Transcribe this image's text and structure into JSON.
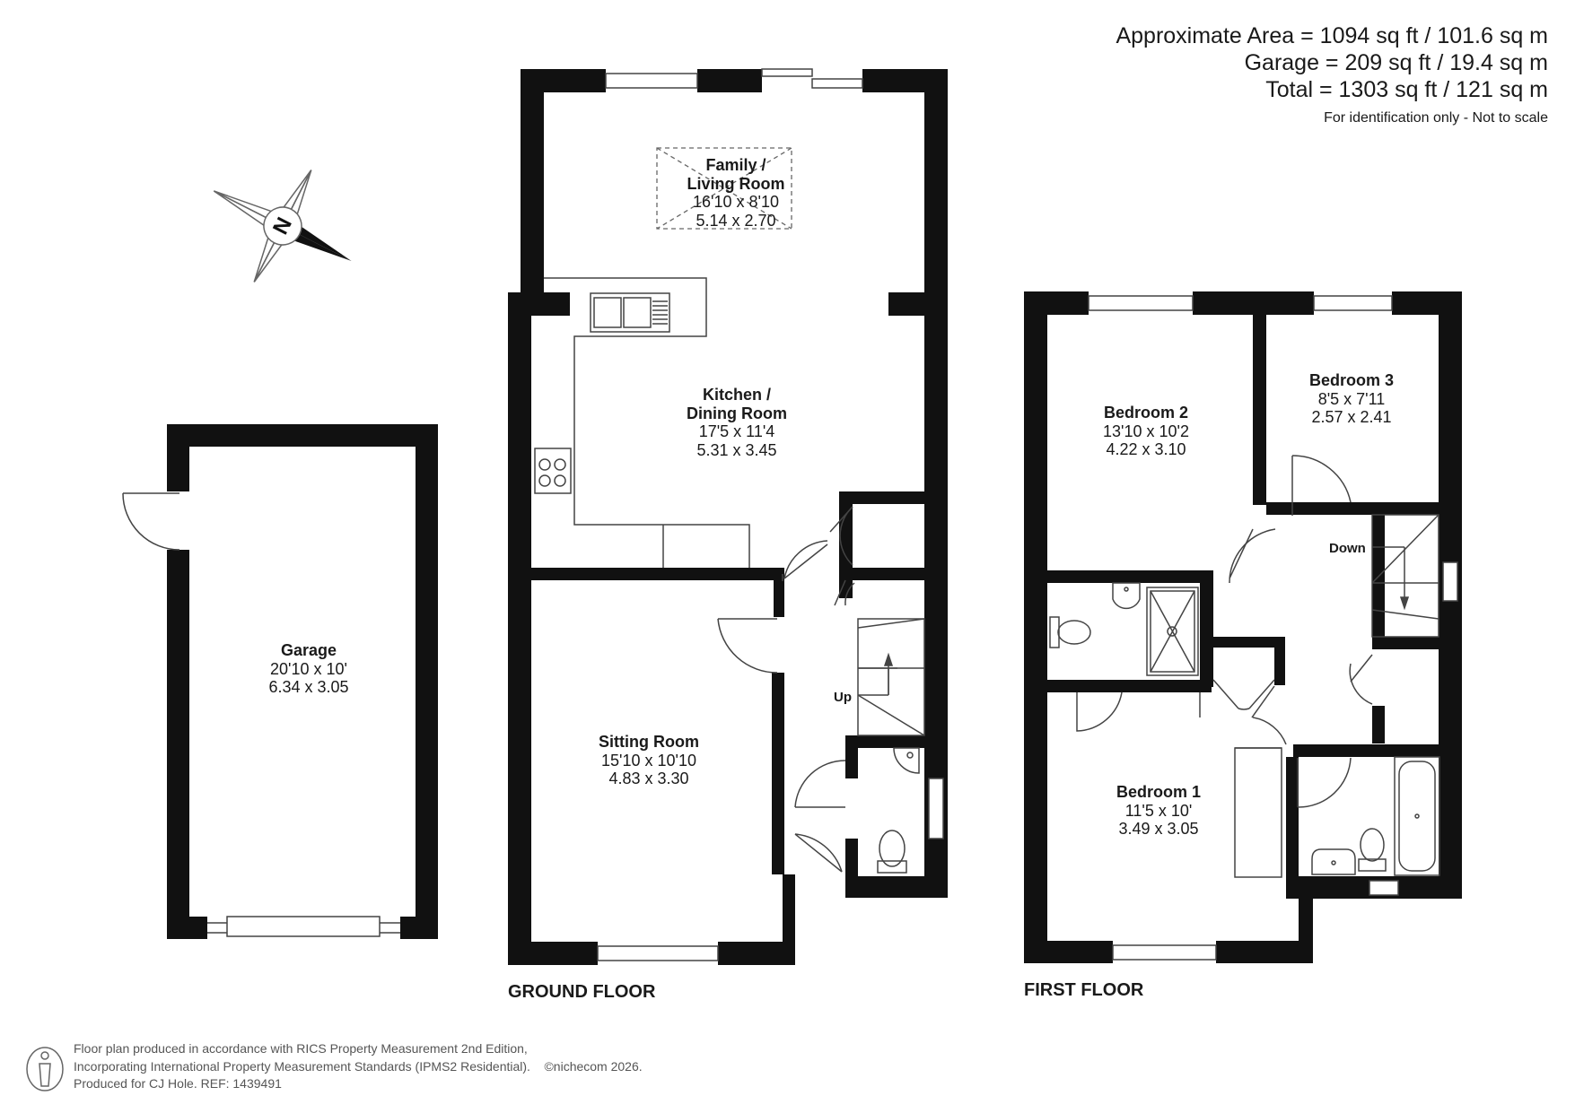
{
  "header": {
    "approximate_area": "Approximate Area = 1094 sq ft / 101.6 sq m",
    "garage_area": "Garage = 209 sq ft / 19.4 sq m",
    "total_area": "Total = 1303 sq ft / 121 sq m",
    "disclaimer": "For identification only - Not to scale"
  },
  "compass": {
    "label": "N",
    "icon": "compass-north-icon"
  },
  "floors": {
    "ground": {
      "label": "GROUND FLOOR",
      "stairs_label": "Up",
      "rooms": [
        {
          "name": "Family /\nLiving Room",
          "imperial": "16'10 x 8'10",
          "metric": "5.14 x 2.70"
        },
        {
          "name": "Kitchen /\nDining Room",
          "imperial": "17'5 x 11'4",
          "metric": "5.31 x 3.45"
        },
        {
          "name": "Sitting Room",
          "imperial": "15'10 x 10'10",
          "metric": "4.83 x 3.30"
        }
      ]
    },
    "garage": {
      "rooms": [
        {
          "name": "Garage",
          "imperial": "20'10 x 10'",
          "metric": "6.34 x 3.05"
        }
      ]
    },
    "first": {
      "label": "FIRST FLOOR",
      "stairs_label": "Down",
      "rooms": [
        {
          "name": "Bedroom 2",
          "imperial": "13'10 x 10'2",
          "metric": "4.22 x 3.10"
        },
        {
          "name": "Bedroom 3",
          "imperial": "8'5 x 7'11",
          "metric": "2.57 x 2.41"
        },
        {
          "name": "Bedroom 1",
          "imperial": "11'5 x 10'",
          "metric": "3.49 x 3.05"
        }
      ]
    }
  },
  "footer": {
    "line1": "Floor plan produced in accordance with RICS Property Measurement 2nd Edition,",
    "line2": "Incorporating International Property Measurement Standards (IPMS2 Residential).",
    "copyright": "©nichecom 2026.",
    "line3": "Produced for CJ Hole.   REF:   1439491"
  },
  "colors": {
    "wall": "#111111",
    "line": "#444444",
    "text": "#1a1a1a",
    "footer_text": "#555555"
  }
}
